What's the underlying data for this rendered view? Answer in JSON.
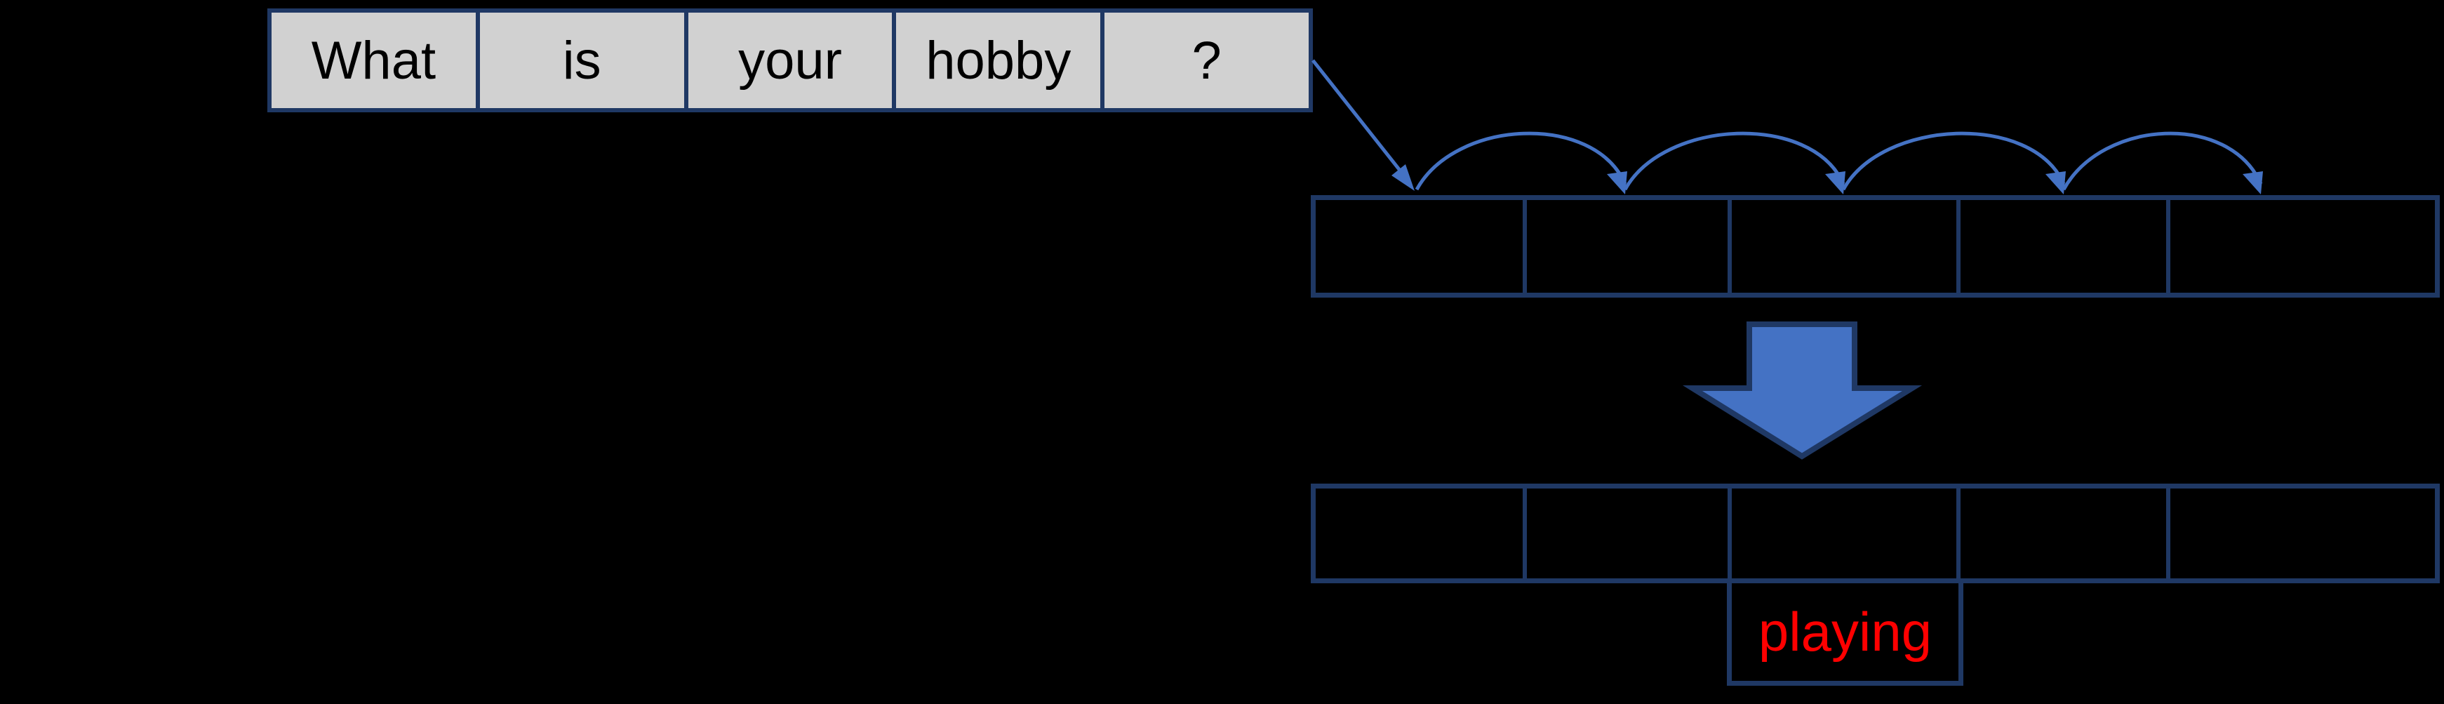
{
  "colors": {
    "background": "#000000",
    "navy": "#1F3864",
    "blue": "#4472C4",
    "gray": "#D1D1D1",
    "red": "#FF0000",
    "text": "#000000"
  },
  "sentence_row": {
    "words": [
      "What",
      "is",
      "your",
      "hobby",
      "?"
    ]
  },
  "hidden_state_row": {
    "cells": [
      "",
      "",
      "",
      "",
      ""
    ]
  },
  "output_row": {
    "cells": [
      "",
      "",
      "",
      "",
      ""
    ]
  },
  "prediction": {
    "label": "playing"
  },
  "icons": [
    "input-flow-arrow-icon",
    "hop-arc-icon",
    "big-down-arrow-icon"
  ]
}
